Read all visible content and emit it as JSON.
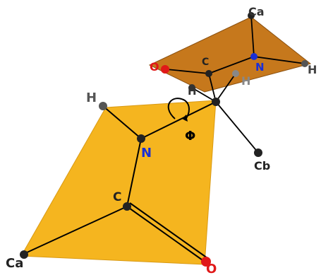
{
  "labels": {
    "alpha_carbon_right": "Ca",
    "oxygen_right": "O",
    "carbon_right": "C",
    "nitrogen_right": "N",
    "hydrogen_right_far": "H",
    "hydrogen_alpha_plane": "H",
    "hydrogen_alpha_left": "H",
    "hydrogen_amide": "H",
    "nitrogen_main": "N",
    "phi_angle": "Φ",
    "beta_carbon": "Cb",
    "carbon_main": "C",
    "alpha_carbon_left": "Ca",
    "oxygen_main": "O"
  },
  "colors": {
    "front_plane": "#f5b51f",
    "back_plane": "#c6781c",
    "atom": "#222222",
    "oxygen": "#e01818",
    "nitrogen": "#1a2fd6",
    "hydrogen": "#555555",
    "bond": "#000000"
  }
}
